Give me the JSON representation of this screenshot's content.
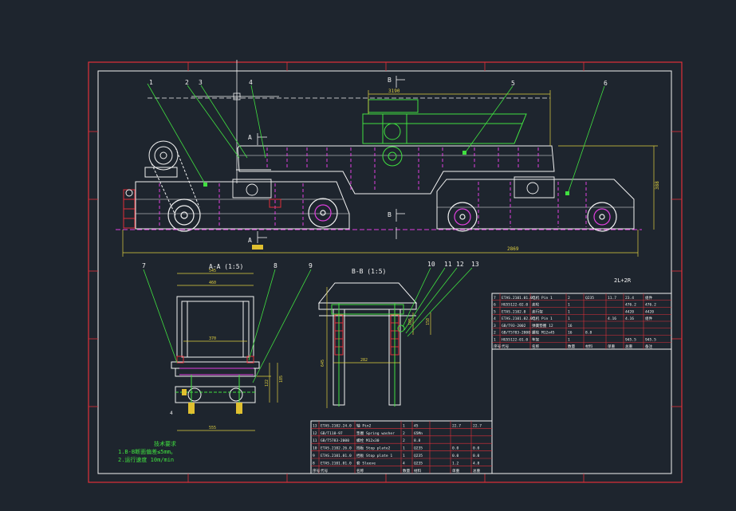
{
  "drawing": {
    "balloons": [
      "1",
      "2",
      "3",
      "4",
      "5",
      "6",
      "7",
      "8",
      "9",
      "10",
      "11",
      "12",
      "13"
    ],
    "section_marks": {
      "a": "A",
      "b": "B"
    },
    "views": {
      "section_aa": "A-A (1:5)",
      "section_bb": "B-B (1:5)"
    },
    "dimensions": {
      "top_length": "3190",
      "height": "388",
      "total_length": "2869",
      "aa_w1": "545",
      "aa_w2": "460",
      "aa_inner": "370",
      "aa_bottom": "555",
      "aa_right": "185",
      "aa_right2": "122",
      "aa_small": "4",
      "bb_h": "645",
      "bb_w": "282",
      "bb_side": "105",
      "bb_side2": "158"
    },
    "notes": {
      "title": "技术要求",
      "line1": "1.B-B断面偏差≤5mm。",
      "line2": "2.运行速度 10m/min"
    },
    "label_2l2r": "2L+2R"
  },
  "parts_upper": [
    [
      "7",
      "ETAS.2101.01.0",
      "电机 Pin 1",
      "2",
      "Q235",
      "11.7",
      "23.4",
      "组件"
    ],
    [
      "6",
      "HG55122-02.0",
      "走轮",
      "1",
      "",
      "",
      "476.2",
      "476.2"
    ],
    [
      "5",
      "ETAS.2102.0",
      "走行架",
      "1",
      "",
      "",
      "4420",
      "4420"
    ],
    [
      "4",
      "ETAS.2101.02.0",
      "电机 Pin 1",
      "1",
      "",
      "4.16",
      "4.16",
      "组件"
    ],
    [
      "3",
      "GB/T93-2002",
      "弹簧垫圈 12",
      "16",
      "",
      "",
      "",
      ""
    ],
    [
      "2",
      "GB/T5783-2000",
      "螺栓 M12x45",
      "16",
      "8.8",
      "",
      "",
      ""
    ],
    [
      "1",
      "HG55122-01.0",
      "车架",
      "1",
      "",
      "",
      "945.5",
      "945.5"
    ]
  ],
  "parts_upper_header": [
    "序号",
    "代号",
    "名称",
    "数量",
    "材料",
    "单重",
    "总重",
    "备注"
  ],
  "parts_lower": [
    [
      "13",
      "ETAS.2102.24.0",
      "轴 Pin2",
      "1",
      "45",
      "",
      "22.7",
      "22.7"
    ],
    [
      "12",
      "GB/T118-97",
      "垫圈 Spring washer",
      "2",
      "65Mn",
      "",
      "",
      ""
    ],
    [
      "11",
      "GB/T5783-2000",
      "螺栓 M12x30",
      "2",
      "8.8",
      "",
      "",
      ""
    ],
    [
      "10",
      "ETAS.2102.26.0",
      "挡板 Stop plate2",
      "1",
      "Q235",
      "",
      "0.0",
      "0.0"
    ],
    [
      "9",
      "ETAS.2101.01.0",
      "挡板 Stop plate 1",
      "1",
      "Q235",
      "",
      "0.0",
      "0.0"
    ],
    [
      "8",
      "ETAS.2101.01.0",
      "套 Sleeve",
      "4",
      "Q235",
      "",
      "1.2",
      "4.8"
    ]
  ],
  "parts_lower_header": [
    "序号",
    "代号",
    "名称",
    "数量",
    "材料",
    "",
    "单重",
    "总重"
  ]
}
